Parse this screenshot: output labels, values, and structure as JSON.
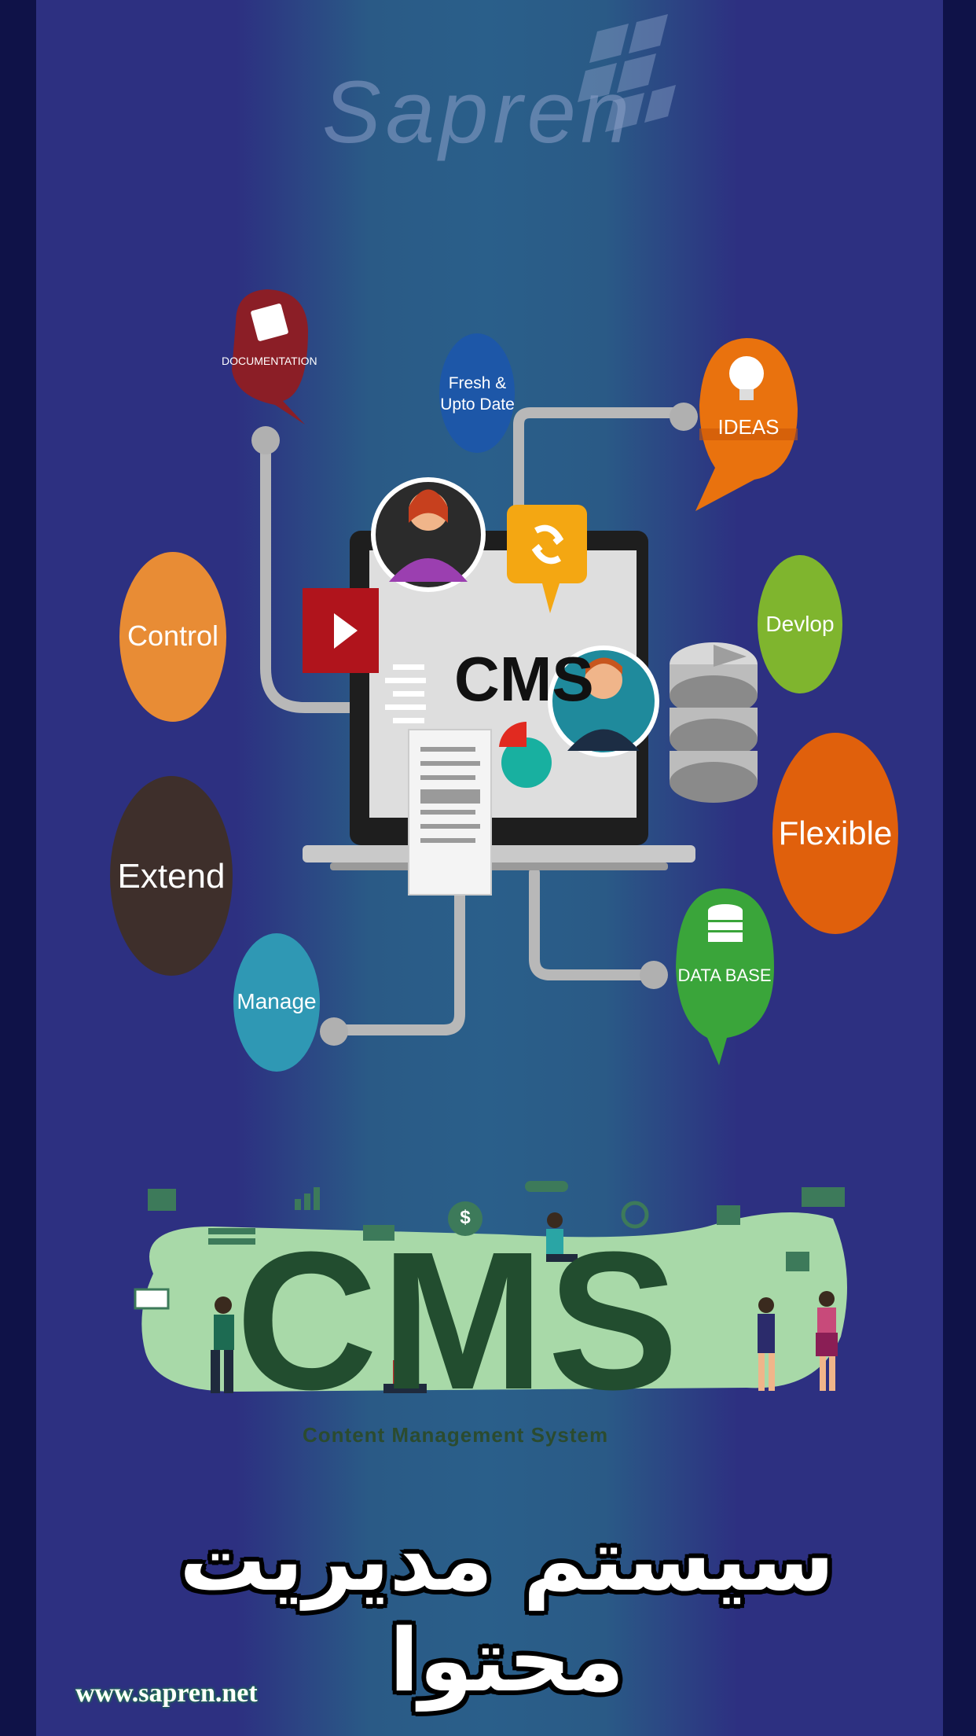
{
  "brand": {
    "logo_text": "Sapren"
  },
  "bubbles": {
    "documentation": "DOCUMENTATION",
    "fresh": [
      "Fresh &",
      "Upto Date"
    ],
    "ideas": "IDEAS",
    "control": "Control",
    "devlop": "Devlop",
    "flexible": "Flexible",
    "extend": "Extend",
    "manage": "Manage",
    "database": "DATA BASE"
  },
  "screen": {
    "label": "CMS"
  },
  "banner": {
    "title": "CMS",
    "subtitle": "Content Management System",
    "icon_currency": "$"
  },
  "heading_fa": "سیستم مدیریت محتوا",
  "website": "www.sapren.net",
  "colors": {
    "documentation": "#8b1e26",
    "fresh": "#1d57a8",
    "ideas": "#e9720e",
    "control": "#e88c35",
    "devlop": "#7fb52e",
    "flexible": "#e0600c",
    "extend": "#3e2f2b",
    "manage": "#2f98b4",
    "database": "#3aa53a",
    "banner_green": "#a8d9a8",
    "cms_text": "#224d2f"
  }
}
